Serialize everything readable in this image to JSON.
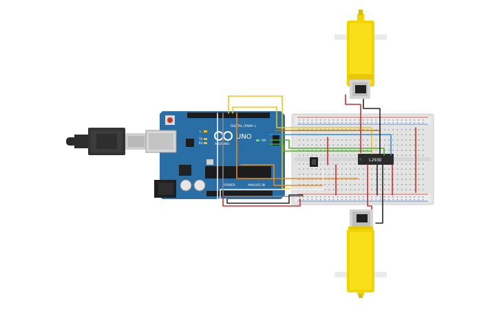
{
  "arduino": {
    "brand": "ARDUINO",
    "model": "UNO",
    "digital_header": "DIGITAL (PWM~)",
    "power_label": "POWER",
    "analog_label": "ANALOG IN",
    "logo": "arduino-infinity-logo",
    "tx_label": "TX",
    "rx_label": "RX",
    "l_label": "L",
    "on_label": "ON"
  },
  "driver_chip": {
    "label": "L293D"
  },
  "motor_top": {
    "name": "DC gear motor"
  },
  "motor_bottom": {
    "name": "DC gear motor"
  },
  "usb_cable": {
    "name": "USB cable"
  },
  "colors": {
    "arduino_board": "#2a6ea6",
    "breadboard": "#e3e3e3",
    "motor_yellow": "#f2d400",
    "wire_red": "#d22b2b",
    "wire_black": "#222222",
    "wire_yellow": "#f0c419",
    "wire_orange": "#f08a1c",
    "wire_blue": "#2f8fe0",
    "wire_green": "#4caf2a",
    "wire_white": "#f4f4f4",
    "wire_grey": "#8a8a8a",
    "wire_brown": "#b07a1a"
  }
}
